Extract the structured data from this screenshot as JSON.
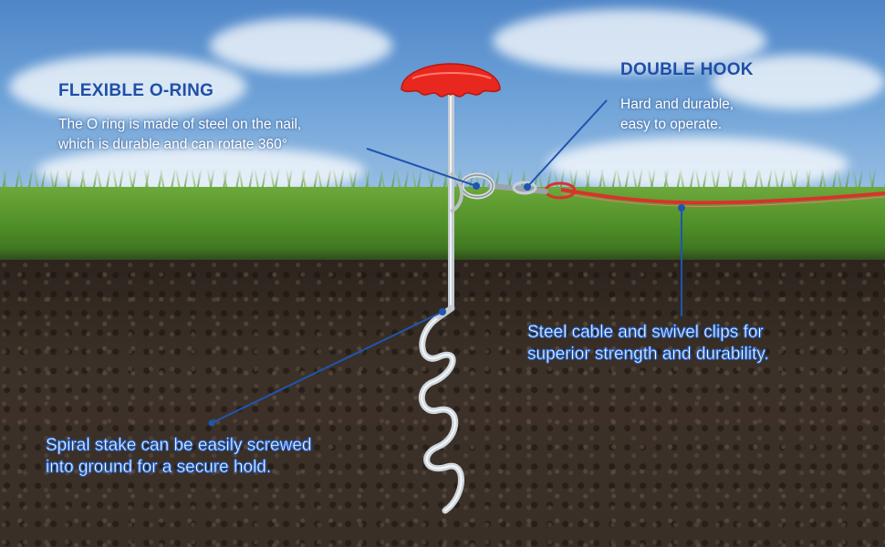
{
  "callouts": {
    "flexible_oring": {
      "title": "FLEXIBLE O-RING",
      "line1": "The O ring is made of steel on the nail,",
      "line2": "which is durable and can rotate 360°"
    },
    "double_hook": {
      "title": "DOUBLE HOOK",
      "line1": "Hard and durable,",
      "line2": "easy to operate."
    },
    "steel_cable": {
      "line1": "Steel cable and swivel clips for",
      "line2": "superior strength and durability."
    },
    "spiral_stake": {
      "line1": "Spiral stake can be easily screwed",
      "line2": "into ground for a secure hold."
    }
  },
  "colors": {
    "title_blue": "#1f4fa6",
    "leader_blue": "#1f55b0",
    "handle_red": "#e8281e",
    "cable_red": "#d8332c"
  }
}
